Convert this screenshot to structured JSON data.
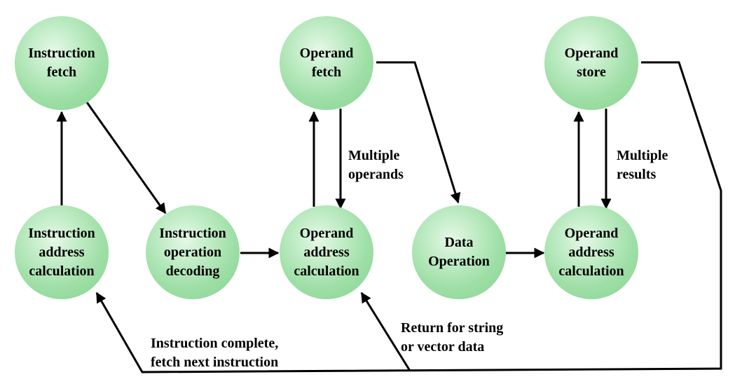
{
  "nodes": {
    "instruction_fetch": "Instruction\nfetch",
    "operand_fetch": "Operand\nfetch",
    "operand_store": "Operand\nstore",
    "instruction_address_calculation": "Instruction\naddress\ncalculation",
    "instruction_operation_decoding": "Instruction\noperation\ndecoding",
    "operand_address_calculation_1": "Operand\naddress\ncalculation",
    "data_operation": "Data\nOperation",
    "operand_address_calculation_2": "Operand\naddress\ncalculation"
  },
  "annotations": {
    "multiple_operands": "Multiple\noperands",
    "multiple_results": "Multiple\nresults",
    "return_string_vector": "Return for string\nor vector data",
    "instruction_complete": "Instruction complete,\nfetch next instruction"
  },
  "colors": {
    "node_fill": "#9fdfa7",
    "arrow": "#000000"
  }
}
